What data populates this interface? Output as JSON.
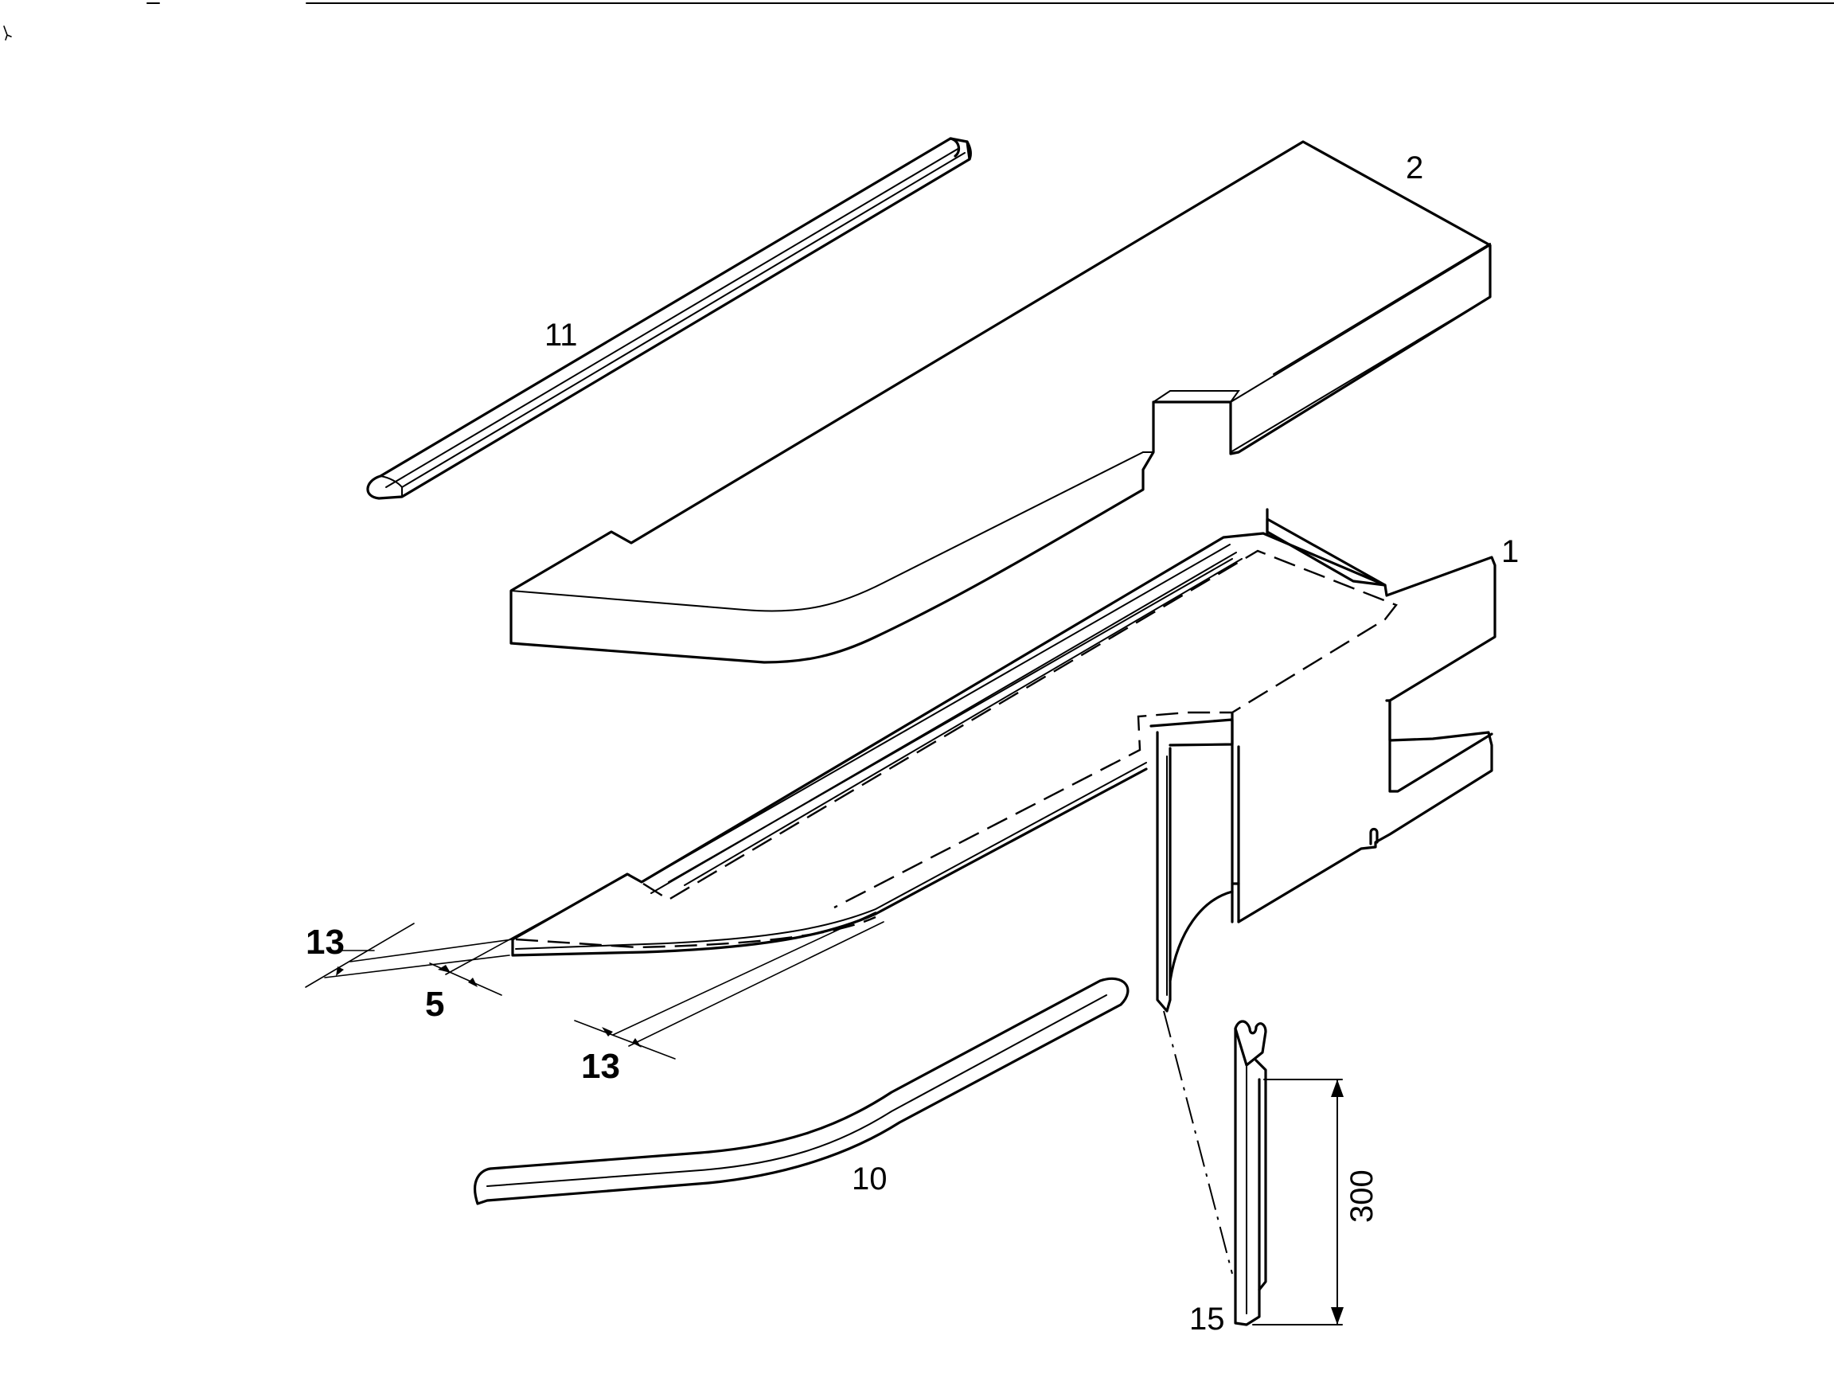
{
  "labels": {
    "part_2": "2",
    "part_11": "11",
    "part_1": "1",
    "part_10": "10",
    "part_15": "15",
    "dim_13_left": "13",
    "dim_5": "5",
    "dim_13_lower": "13",
    "dim_300": "300"
  }
}
